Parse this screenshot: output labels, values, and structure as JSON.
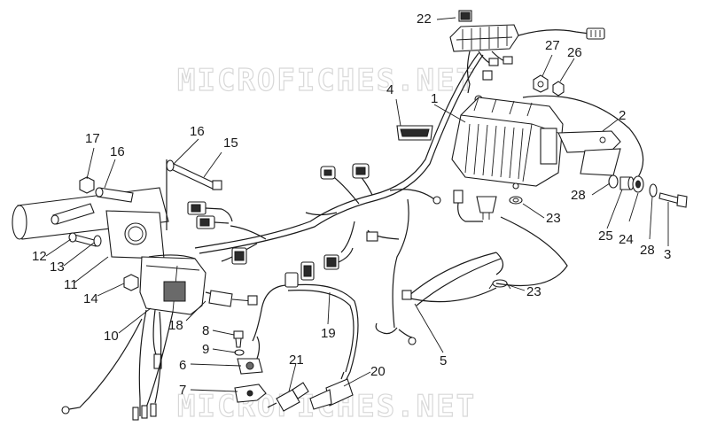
{
  "watermark": {
    "top_text": "MICROFICHES.NET",
    "bottom_text": "MICROFICHES.NET"
  },
  "callouts": [
    {
      "id": "c1",
      "label": "1"
    },
    {
      "id": "c2",
      "label": "2"
    },
    {
      "id": "c3",
      "label": "3"
    },
    {
      "id": "c4",
      "label": "4"
    },
    {
      "id": "c5",
      "label": "5"
    },
    {
      "id": "c6",
      "label": "6"
    },
    {
      "id": "c7",
      "label": "7"
    },
    {
      "id": "c8",
      "label": "8"
    },
    {
      "id": "c9",
      "label": "9"
    },
    {
      "id": "c10",
      "label": "10"
    },
    {
      "id": "c11",
      "label": "11"
    },
    {
      "id": "c12",
      "label": "12"
    },
    {
      "id": "c13",
      "label": "13"
    },
    {
      "id": "c14",
      "label": "14"
    },
    {
      "id": "c15",
      "label": "15"
    },
    {
      "id": "c16a",
      "label": "16"
    },
    {
      "id": "c16b",
      "label": "16"
    },
    {
      "id": "c17",
      "label": "17"
    },
    {
      "id": "c18",
      "label": "18"
    },
    {
      "id": "c19",
      "label": "19"
    },
    {
      "id": "c20",
      "label": "20"
    },
    {
      "id": "c21",
      "label": "21"
    },
    {
      "id": "c22",
      "label": "22"
    },
    {
      "id": "c23a",
      "label": "23"
    },
    {
      "id": "c23b",
      "label": "23"
    },
    {
      "id": "c24",
      "label": "24"
    },
    {
      "id": "c25",
      "label": "25"
    },
    {
      "id": "c26",
      "label": "26"
    },
    {
      "id": "c27",
      "label": "27"
    },
    {
      "id": "c28a",
      "label": "28"
    },
    {
      "id": "c28b",
      "label": "28"
    }
  ],
  "colors": {
    "line": "#1a1a1a",
    "background": "#ffffff",
    "watermark": "#d8d8d8"
  }
}
